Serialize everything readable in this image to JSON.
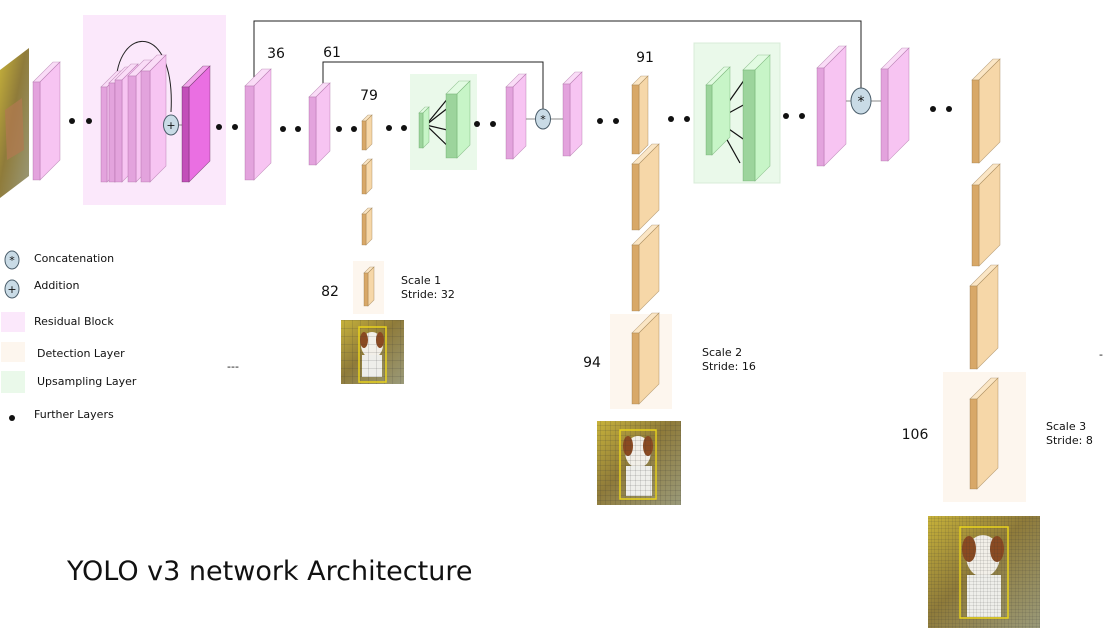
{
  "title": "YOLO v3 network Architecture",
  "layer_numbers": {
    "l36": "36",
    "l61": "61",
    "l79": "79",
    "l82": "82",
    "l91": "91",
    "l94": "94",
    "l106": "106"
  },
  "scales": [
    {
      "name": "Scale 1",
      "stride": "Stride: 32"
    },
    {
      "name": "Scale 2",
      "stride": "Stride: 16"
    },
    {
      "name": "Scale 3",
      "stride": "Stride: 8"
    }
  ],
  "legend": {
    "concatenation": "Concatenation",
    "addition": "Addition",
    "residual_block": "Residual Block",
    "detection_layer": "Detection Layer",
    "upsampling_layer": "Upsampling Layer",
    "further_layers": "Further Layers"
  },
  "symbols": {
    "concat": "*",
    "add": "+"
  },
  "misc": {
    "ellipsis": "---",
    "dash": "-"
  },
  "colors": {
    "residual_fill": "#f7c4f2",
    "residual_block_bg": "#fbe8fb",
    "residual_dark": "#ea6fe2",
    "detection_fill": "#f6d7a8",
    "detection_bg": "#fdf6ee",
    "upsampling_fill": "#c7f5c7",
    "upsampling_bg": "#eaf9ea",
    "operator_fill": "#c9dbe6",
    "box_yellow": "#e8d21c"
  }
}
